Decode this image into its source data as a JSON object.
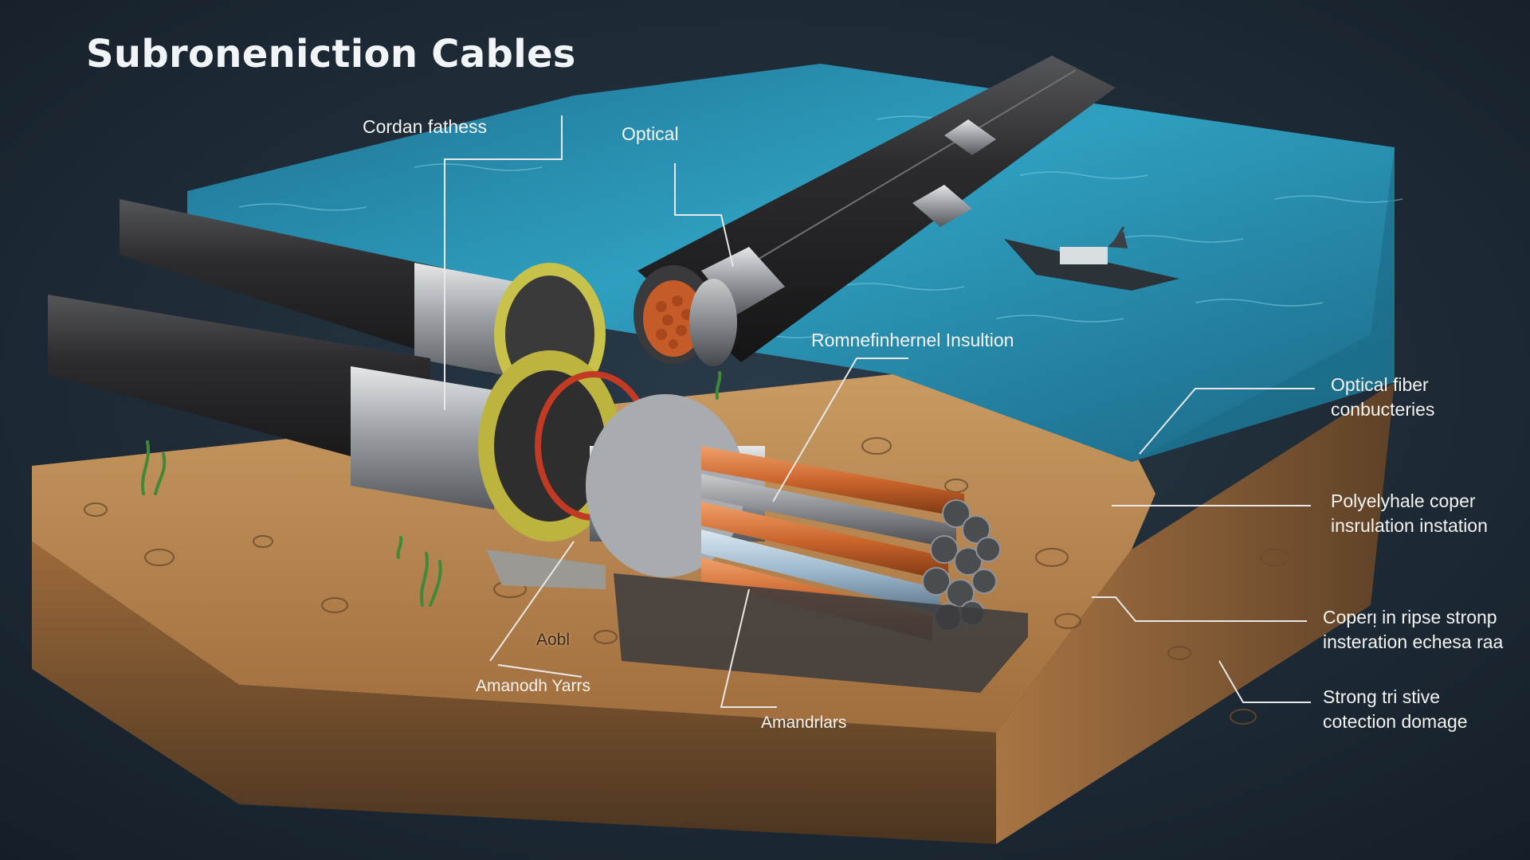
{
  "title": "Subronenicti​on Cables",
  "labels": {
    "cordan_fathess": "Cordan fathess",
    "optical": "Optical",
    "romnefinhernel_insultion": "Romnefinhernel Insultion",
    "optical_fiber": [
      "Optical fiber",
      "conbucteries"
    ],
    "polyelyhale": [
      "Polyelyhale coper",
      "insrulation instation"
    ],
    "coper_ripse": [
      "Coperᴉ in ripse stronp",
      "insteration eᴄhesa raa"
    ],
    "strong_stive": [
      "Strong tri stive",
      "cotection domage"
    ],
    "aobl": "Aobl",
    "amanodh_yarrs": "Amanodh Yarrs",
    "amandrlars": "Amandrl‎ars"
  },
  "colors": {
    "background": "#1c2a37",
    "water": "#2b8fb0",
    "soil": "#b07a45",
    "jacket": "#2a2a2c",
    "armor": "#9a9ea3",
    "copper": "#c9682f",
    "label": "#f3f3f0",
    "leader_line": "#e8e8e8"
  }
}
